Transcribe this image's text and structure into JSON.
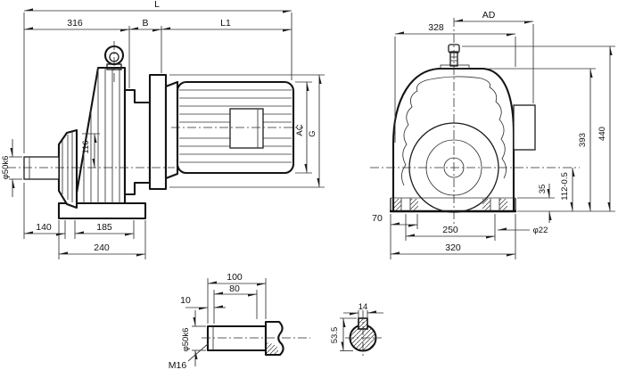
{
  "colors": {
    "line": "#1c1c1c",
    "background": "#ffffff",
    "hatch": "#333333"
  },
  "side_view": {
    "dims": {
      "L": "L",
      "len316": "316",
      "B": "B",
      "L1": "L1",
      "h116": "116",
      "shaft_dia": "φ50k6",
      "w140": "140",
      "w185": "185",
      "w240": "240",
      "AC": "AC",
      "G": "G"
    }
  },
  "front_view": {
    "dims": {
      "w328": "328",
      "AD": "AD",
      "h440": "440",
      "h393": "393",
      "h112": "112-0.5",
      "h35": "35",
      "w70": "70",
      "w250": "250",
      "w320": "320",
      "hole_dia": "φ22"
    }
  },
  "shaft_detail": {
    "dims": {
      "len100": "100",
      "len80": "80",
      "off10": "10",
      "shaft_dia": "φ50k6",
      "thread": "M16"
    }
  },
  "key_section": {
    "dims": {
      "key_w": "14",
      "h53_5": "53.5"
    }
  }
}
